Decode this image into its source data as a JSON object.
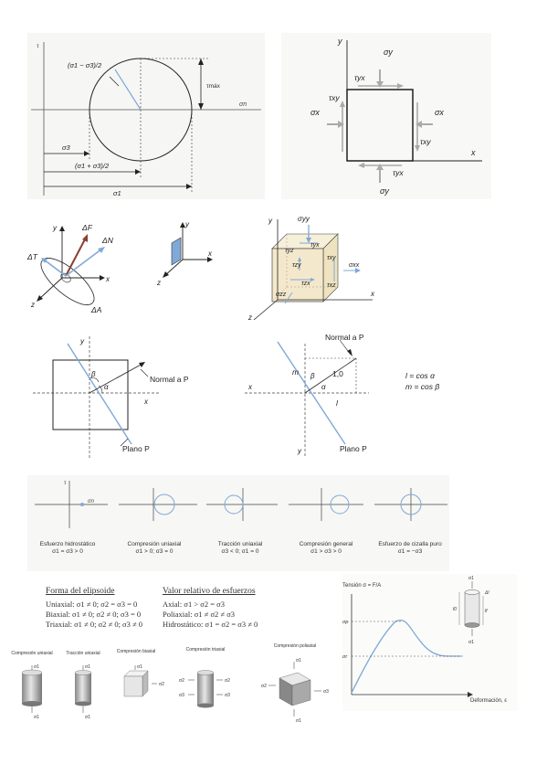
{
  "mohr": {
    "tau": "τ",
    "sigma_n": "σn",
    "radius_label": "(σ1 − σ3)/2",
    "tau_max": "τmáx",
    "sigma3": "σ3",
    "center": "(σ1 + σ3)/2",
    "sigma1": "σ1"
  },
  "stress_square": {
    "y": "y",
    "x": "x",
    "sigma_y": "σy",
    "sigma_x": "σx",
    "tau_yx": "τyx",
    "tau_xy": "τxy"
  },
  "force_diagram": {
    "dF": "ΔF",
    "dN": "ΔN",
    "dT": "ΔT",
    "dA": "ΔA",
    "x": "x",
    "y": "y",
    "z": "z"
  },
  "cube": {
    "y": "y",
    "x": "x",
    "z": "z",
    "sigma_yy": "σyy",
    "tau_yx": "τyx",
    "tau_yz": "τyz",
    "tau_xy": "τxy",
    "tau_zy": "τzy",
    "tau_zx": "τzx",
    "tau_xz": "τxz",
    "sigma_xx": "σxx",
    "sigma_zz": "σzz"
  },
  "plane_left": {
    "y": "y",
    "x": "x",
    "beta": "β",
    "alpha": "α",
    "normal": "Normal a P",
    "plane": "Plano P"
  },
  "plane_right": {
    "normal": "Normal a P",
    "m": "m",
    "beta": "β",
    "one": "1,0",
    "alpha": "α",
    "x": "x",
    "l": "l",
    "y": "y",
    "plane": "Plano P",
    "eq1": "l = cos α",
    "eq2": "m = cos β"
  },
  "mohr_states": {
    "tau": "τ",
    "sigma_n": "σn",
    "cases": [
      {
        "title": "Esfuerzo hidrostático",
        "cond": "σ1 = σ3 > 0"
      },
      {
        "title": "Compresión uniaxial",
        "cond": "σ1 > 0; σ3 = 0"
      },
      {
        "title": "Tracción uniaxial",
        "cond": "σ3 < 0; σ1 = 0"
      },
      {
        "title": "Compresión general",
        "cond": "σ1 > σ3 > 0"
      },
      {
        "title": "Esfuerzo de cizalla puro",
        "cond": "σ1 = −σ3"
      }
    ]
  },
  "ellipsoid": {
    "header_left": "Forma del elipsoide",
    "header_right": "Valor relativo de esfuerzos",
    "left": [
      "Uniaxial: σ1 ≠ 0; σ2 = σ3 = 0",
      "Biaxial: σ1 ≠ 0; σ2 ≠ 0; σ3 = 0",
      "Triaxial: σ1 ≠ 0; σ2 ≠ 0; σ3 ≠ 0"
    ],
    "right": [
      "Axial: σ1 > σ2 = σ3",
      "Poliaxial: σ1 ≠ σ2 ≠ σ3",
      "Hidrostático: σ1 = σ2 = σ3 ≠ 0"
    ]
  },
  "specimens": [
    {
      "title": "Compresión uniaxial"
    },
    {
      "title": "Tracción uniaxial"
    },
    {
      "title": "Compresión biaxial"
    },
    {
      "title": "Compresión triaxial"
    },
    {
      "title": "Compresión poliaxial"
    }
  ],
  "specimen_labels": {
    "s1": "σ1",
    "s2": "σ2",
    "s3": "σ3"
  },
  "curve": {
    "ylabel": "Tensión σ = F/A",
    "xlabel": "Deformación, ε",
    "sigma_p": "σp",
    "sigma_r": "σr",
    "dl": "Δl",
    "l0": "l0",
    "lf": "lf",
    "s1": "σ1"
  },
  "colors": {
    "accent": "#7fa9d6",
    "arrow": "#a0a0a0",
    "cube_face": "#f2e6c8"
  }
}
